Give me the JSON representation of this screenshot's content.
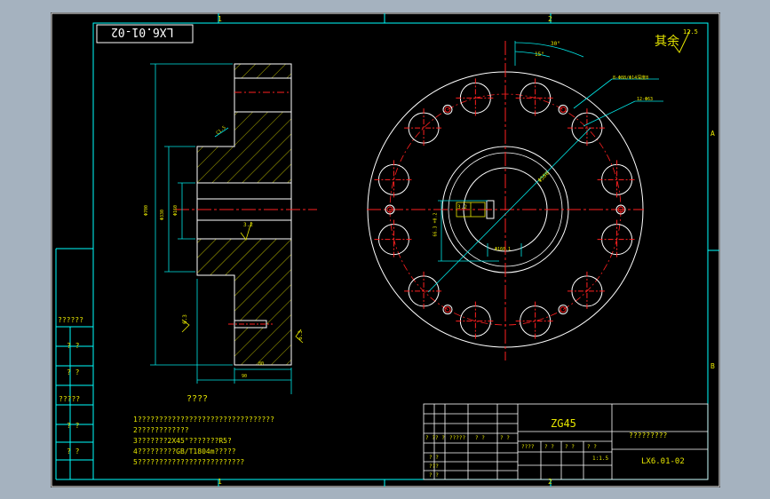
{
  "drawing": {
    "code_top": "LX6.01-02",
    "code_block": "LX6.01-02",
    "material": "ZG45",
    "roughness_note": "其余",
    "roughness_value": "12.5",
    "tech_title": "????",
    "tech_notes": [
      "1????????????????????????????????",
      "2????????????",
      "3???????2X45°???????R5?",
      "4?????????GB/T1804m?????",
      "5?????????????????????????"
    ],
    "title_block_name": "?????????",
    "scale": "1:1.5"
  },
  "left_labels": [
    "??????",
    "? ?",
    "? ?",
    "?????",
    "? ?",
    "? ?"
  ],
  "border_marks": {
    "top": [
      "1",
      "2"
    ],
    "bottom": [
      "1",
      "2"
    ],
    "right": [
      "A",
      "B"
    ]
  },
  "dims": {
    "angle_30": "30°",
    "angle_15": "15°",
    "bolt_holes": "8-Φ88/Φ14深度8",
    "pin_holes": "12-Φ63",
    "bolt_circle": "Φ580",
    "keyway_width": "22 +0.052",
    "keyway_depth": "66.3 +0.2",
    "bore_dia": "Φ160.1",
    "left_outer": "Φ700",
    "left_hub": "Φ330",
    "left_bore": "Φ160",
    "left_len_inner": "80",
    "left_len_total": "90",
    "chamfer": "C1.5",
    "rough_1": "6.3",
    "rough_2": "3.2",
    "rough_3": "3.2",
    "rough_4": "6.3"
  },
  "title_block": {
    "header_cells": [
      "? ?",
      "? ?",
      "?????",
      "? ?",
      "? ?"
    ],
    "row_labels": [
      "? ?",
      "???",
      "? ?"
    ],
    "right_row": [
      "????",
      "? ?",
      "? ?",
      "? ?"
    ]
  },
  "colors": {
    "outline": "#ffffff",
    "frame": "#00ffff",
    "text": "#e6e600",
    "center": "#ff2020",
    "dim": "#00e6e6",
    "hatch": "#e6e600"
  }
}
